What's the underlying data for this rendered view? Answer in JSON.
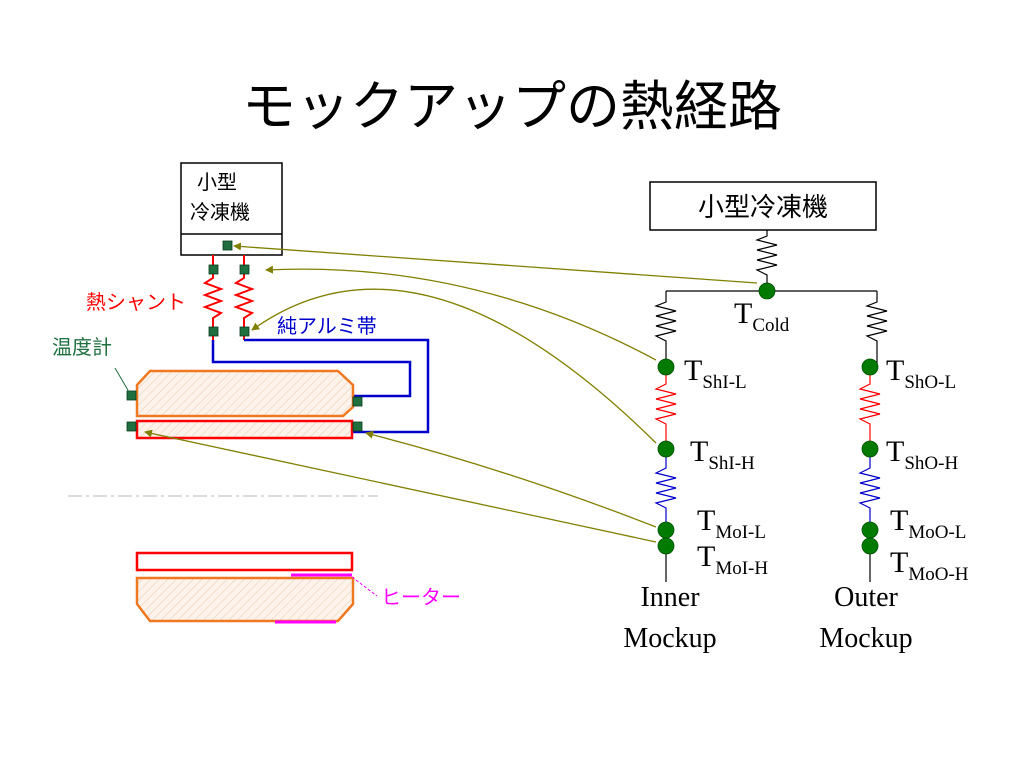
{
  "title": "モックアップの熱経路",
  "left": {
    "cryocooler_line1": "小型",
    "cryocooler_line2": "冷凍機",
    "thermal_shunt_label": "熱シャント",
    "aluminum_band_label": "純アルミ帯",
    "thermometer_label": "温度計",
    "heater_label": "ヒーター"
  },
  "right": {
    "cryocooler_label": "小型冷凍機",
    "nodes": {
      "cold": {
        "main": "T",
        "sub": "Cold"
      },
      "shi_l": {
        "main": "T",
        "sub": "ShI-L"
      },
      "shi_h": {
        "main": "T",
        "sub": "ShI-H"
      },
      "moi_l": {
        "main": "T",
        "sub": "MoI-L"
      },
      "moi_h": {
        "main": "T",
        "sub": "MoI-H"
      },
      "sho_l": {
        "main": "T",
        "sub": "ShO-L"
      },
      "sho_h": {
        "main": "T",
        "sub": "ShO-H"
      },
      "moo_l": {
        "main": "T",
        "sub": "MoO-L"
      },
      "moo_h": {
        "main": "T",
        "sub": "MoO-H"
      }
    },
    "inner_line1": "Inner",
    "inner_line2": "Mockup",
    "outer_line1": "Outer",
    "outer_line2": "Mockup"
  },
  "colors": {
    "shunt_red": "#ff0000",
    "band_blue": "#0000cc",
    "mockup_orange": "#f07820",
    "heater_magenta": "#ff00ff",
    "node_green": "#007a00",
    "sensor_green": "#1f6f3f",
    "arrow_olive": "#808000"
  }
}
